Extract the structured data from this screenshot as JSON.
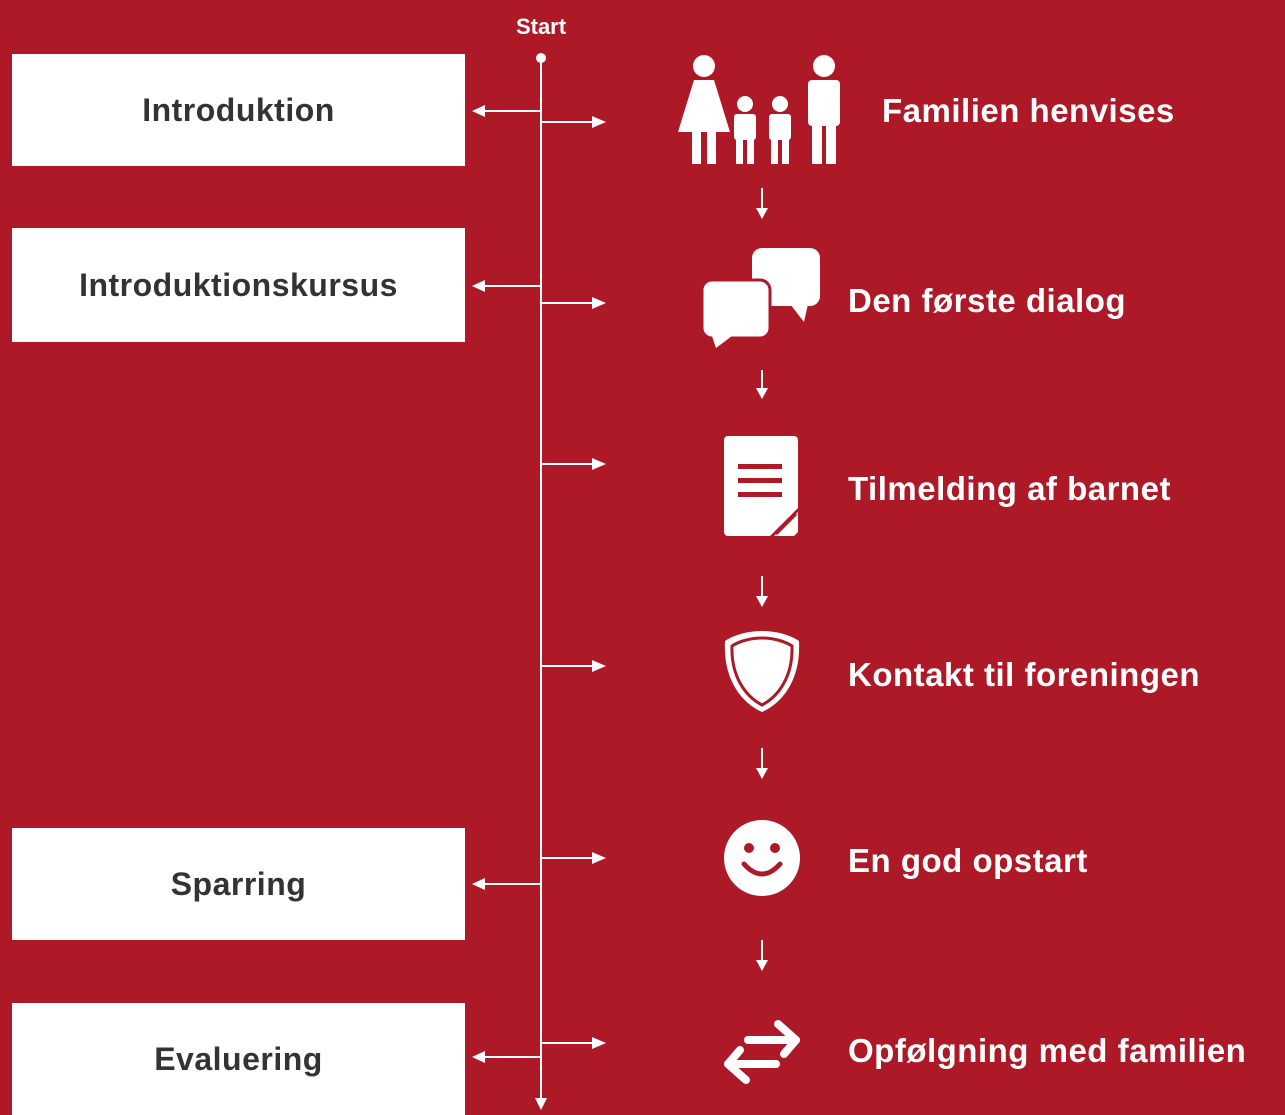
{
  "start_label": "Start",
  "phases": [
    {
      "label": "Introduktion"
    },
    {
      "label": "Introduktionskursus"
    },
    {
      "label": "Sparring"
    },
    {
      "label": "Evaluering"
    }
  ],
  "steps": [
    {
      "label": "Familien henvises",
      "icon": "family-icon"
    },
    {
      "label": "Den første dialog",
      "icon": "chat-bubbles-icon"
    },
    {
      "label": "Tilmelding af barnet",
      "icon": "document-icon"
    },
    {
      "label": "Kontakt til foreningen",
      "icon": "shield-icon"
    },
    {
      "label": "En god opstart",
      "icon": "smiley-icon"
    },
    {
      "label": "Opfølgning med familien",
      "icon": "exchange-arrows-icon"
    }
  ],
  "colors": {
    "background": "#ad1927",
    "box": "#ffffff",
    "box_text": "#333333",
    "line": "#ffffff"
  }
}
